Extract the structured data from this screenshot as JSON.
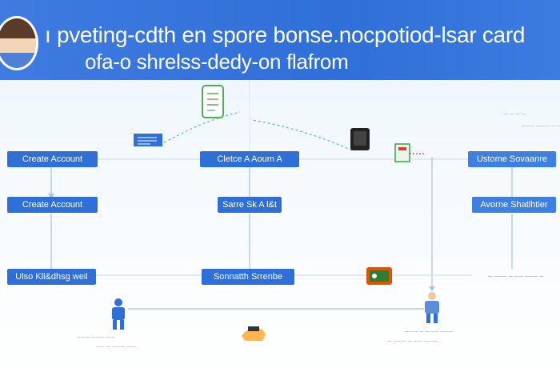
{
  "header": {
    "title_line1": "ı pveting-cdth en spore bonse.nocpotiod-lsar card",
    "title_line2": "ofa-o shrelss-dedy-on flafrom"
  },
  "nodes": {
    "create_account_1": "Create Account",
    "create_account_2": "Create Account",
    "ulso_kit": "Ulso Kll&dhsg weil",
    "create_a_account": "Cletce A Aoum A",
    "sarre_sr": "Sarre Sk A l&t",
    "sonatth_strenbe": "Sonnatth Srrenbe",
    "ustome_sovaanre": "Ustome Sovaanre",
    "avorne_shatlier": "Avorne Shatlhtier"
  },
  "labels": {
    "top_right_1": "— — — —",
    "top_right_2": "——— ——— — —",
    "mid_right_red": "— ——— — —— ——— —",
    "bottom_left_1": "——— ——— ——",
    "bottom_left_2": "—— — ——— ——",
    "bottom_right_1": "——— — ——— ———",
    "bottom_right_2": "— ——— — —— ———"
  },
  "colors": {
    "banner": "#2f6fd8",
    "node": "#2f6fd8",
    "connector": "#a9c2dd",
    "dashed": "#5fb8c9"
  }
}
